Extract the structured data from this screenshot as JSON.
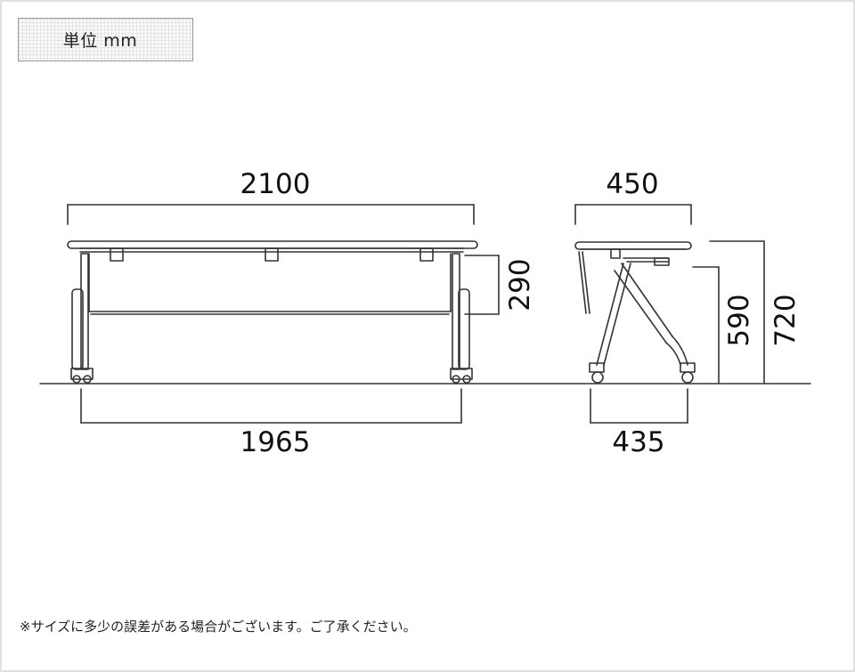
{
  "unit_label": "単位 mm",
  "dimensions": {
    "front_top_width": "2100",
    "front_leg_span": "1965",
    "front_panel_height": "290",
    "side_top_depth": "450",
    "side_base_depth": "435",
    "side_clearance_height": "590",
    "side_total_height": "720"
  },
  "note": "※サイズに多少の誤差がある場合がございます。ご了承ください。",
  "colors": {
    "line": "#333333",
    "border": "#e0e0e0"
  }
}
